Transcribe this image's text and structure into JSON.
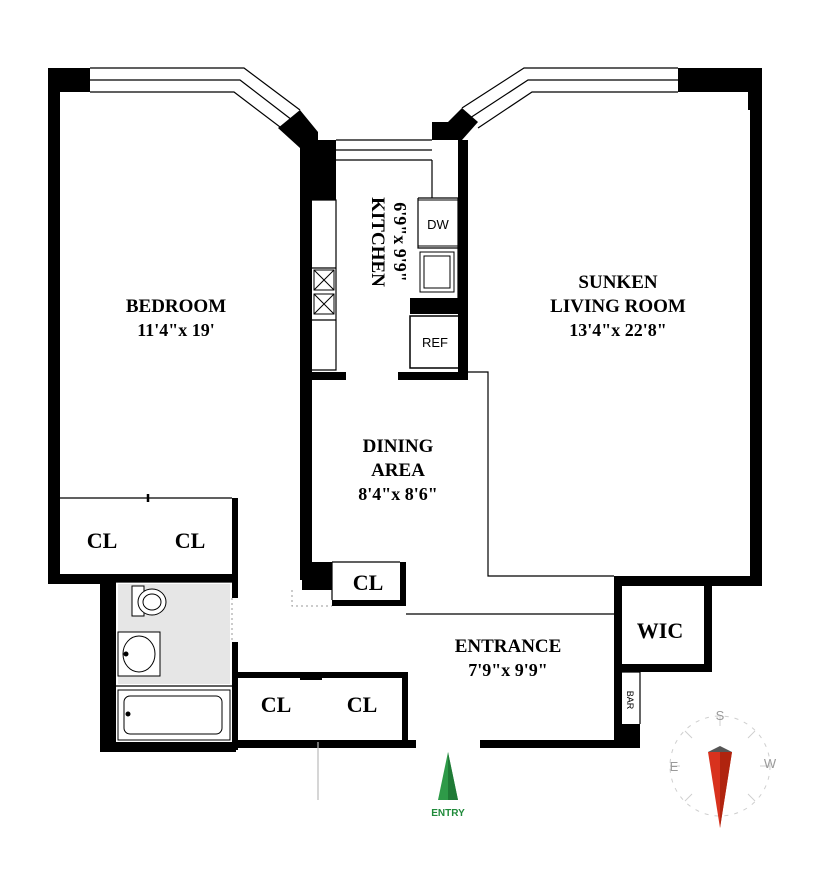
{
  "rooms": {
    "bedroom": {
      "name": "BEDROOM",
      "size": "11'4\"x 19'"
    },
    "kitchen": {
      "name": "KITCHEN",
      "size": "6'9\"x 9'9\""
    },
    "living": {
      "name_line1": "SUNKEN",
      "name_line2": "LIVING ROOM",
      "size": "13'4\"x 22'8\""
    },
    "dining": {
      "name_line1": "DINING",
      "name_line2": "AREA",
      "size": "8'4\"x 8'6\""
    },
    "entrance": {
      "name": "ENTRANCE",
      "size": "7'9\"x 9'9\""
    }
  },
  "closets": {
    "bedroom_left": "CL",
    "bedroom_right": "CL",
    "dining": "CL",
    "hall_left": "CL",
    "hall_right": "CL",
    "walk_in": "WIC"
  },
  "appliances": {
    "dishwasher": "DW",
    "refrigerator": "REF",
    "bar": "BAR"
  },
  "entry": {
    "label": "ENTRY",
    "color": "#1f8a3a"
  },
  "compass": {
    "north_color": "#d8321e",
    "labels": [
      "S",
      "E",
      "W"
    ]
  }
}
